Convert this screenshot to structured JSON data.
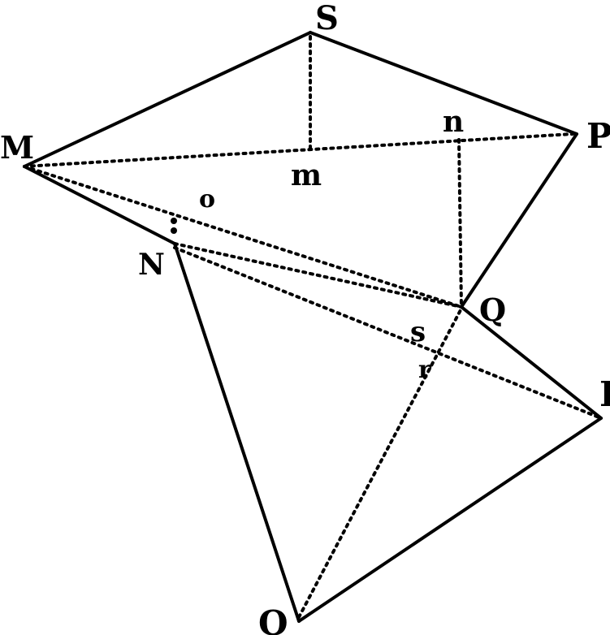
{
  "title": "Geometric figure with points S, M, m, n, P, o, N, Q, s, r, R, O",
  "labels": {
    "S": "S",
    "M": "M",
    "m": "m",
    "n": "n",
    "P": "P",
    "o": "o",
    "N": "N",
    "Q": "Q",
    "s": "s",
    "r": "r",
    "R": "R",
    "O": "O"
  }
}
